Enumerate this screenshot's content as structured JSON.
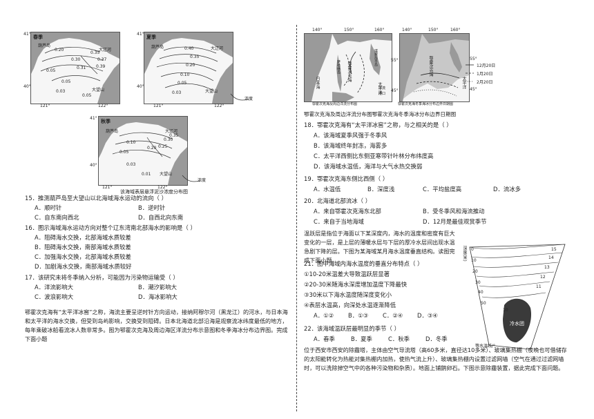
{
  "maps_left": {
    "spring": {
      "season": "春季",
      "lat_top": "41°",
      "lat_bottom": "40°",
      "lon_left": "121°",
      "lon_right": "122°",
      "island": "葫芦岛",
      "river": "大辽河",
      "mountain": "大望山",
      "isolines": [
        "0.20",
        "0.30",
        "0.31",
        "0.05",
        "0.05",
        "0.03",
        "0.35",
        "0.37",
        "0.39",
        "0.05"
      ]
    },
    "summer": {
      "season": "夏季",
      "lat_top": "41°",
      "lat_bottom": "40°",
      "lon_left": "121°",
      "lon_right": "122°",
      "island": "葫芦岛",
      "river": "大辽河",
      "mountain": "大望山",
      "isolines": [
        "0.40",
        "0.35",
        "0.20",
        "0.10",
        "0.05",
        "0.03"
      ]
    },
    "autumn": {
      "season": "秋季",
      "lat_top": "41°",
      "lat_bottom": "40°",
      "lon_left": "121°",
      "lon_right": "122°",
      "island": "葫芦岛",
      "river": "大辽河",
      "mountain": "大望山",
      "isolines": [
        "0.10",
        "0.05",
        "0.03",
        "0.20",
        "0.25",
        "0.30",
        "0.35",
        "0.01"
      ]
    },
    "legend_label": "浓度"
  },
  "caption_left": "该海域表层悬浮泥沙浓度分布图",
  "q15": {
    "stem": "15．推测葫芦岛至大望山以北海域海水运动的流向（    ）",
    "A": "A．顺时针",
    "B": "B．逆时针",
    "C": "C．自东南向西北",
    "D": "D．自西北向东南"
  },
  "q16": {
    "stem": "16．图示海域海水运动方向对整个辽东湾南北部海水的影响是（    ）",
    "A": "A．阻碍海水交换，北部海域水质较差",
    "B": "B．阻碍海水交换，南部海域水质较差",
    "C": "C．加强海水交换，北部海域水质较差",
    "D": "D．加剧海水交换，南部海域水质较好"
  },
  "q17": {
    "stem": "17．该研究未将冬季纳入分析，可能因为污染物运输受（    ）",
    "A": "A．洋流影响大",
    "B": "B．潮汐影响大",
    "C": "C．波浪影响大",
    "D": "D．海冰影响大"
  },
  "passage1": "鄂霍次克海有“太平洋冰窖”之称，海流主要呈逆时针方向运动，接纳阿穆尔河（黑龙江）的河水，与日本海和太平洋的海水交换，但受到岛屿影响，交换受到阻碍。日本北海道北部沿海是观察流冰纬度最低的地方，每年乘破冰船看流冰人数非常多。图为鄂霍次克海及周边海区洋流分布示意图和冬季海冰分布边界图。完成下面小题",
  "maps_right": {
    "lons_a": [
      "140°",
      "150°",
      "160°"
    ],
    "lons_b": [
      "140°",
      "150°",
      "160°"
    ],
    "lats_a": [
      "55°",
      "45°"
    ],
    "lats_b": [
      "55°",
      "45°"
    ],
    "labels_a": [
      "鄂霍次克海",
      "日本海",
      "太平洋",
      "萨哈林岛",
      "堪察加半岛"
    ],
    "labels_b": [
      "鄂霍次克海",
      "太平洋"
    ],
    "legend_a": [
      "洋流",
      "港口"
    ],
    "legend_b": [
      "12月20日",
      "1月20日",
      "2月20日"
    ],
    "caption_a": "鄂霍次克海及周边洋流分布图",
    "caption_b": "鄂霍次克海冬季海冰分布边界日期图"
  },
  "caption_right": "鄂霍次克海及周边洋流分布图鄂霍次克海冬季海冰分布边界日期图",
  "q18": {
    "stem": "18．鄂霍次克海有“太平洋冰窖”之称，与之相关的是（    ）",
    "A": "A．该海域夏季风强于冬季风",
    "B": "B．该海域终年封冻，海雾多",
    "C": "C．太平洋西侧比东侧亚寒带针叶林分布纬度高",
    "D": "D．该海域水温低，海洋与大气水热交换弱"
  },
  "q19": {
    "stem": "19．鄂霍次克海东侧比西侧（    ）",
    "A": "A．水温低",
    "B": "B．深度浅",
    "C": "C．平均盐度高",
    "D": "D．流冰多"
  },
  "q20": {
    "stem": "20．北海道北部流冰（    ）",
    "A": "A．来自鄂霍次克海东北部",
    "B": "B．受冬季风和海流推动",
    "C": "C．来自于当地海域",
    "D": "D．12月是最佳观赏季节"
  },
  "passage2": "温跃层是指位于海面以下某深度内，海水的温度和密度有巨大变化的一层，是上层的薄暖水层与下层的厚冷水层间出现水温急剧下降的层。下图为某海域某月海水温度垂直结构。读图完成下面小题。",
  "q21": {
    "stem": "21．图中海域内海水温度的垂直分布特点（    ）",
    "o1": "①10-20米温差大导致温跃层显著",
    "o2": "②20-30米随海水深度增加温度下降最快",
    "o3": "③30米以下海水温度随深度变化小",
    "o4": "④表层水温高，向深处水温逐渐降低",
    "A": "A．①②",
    "B": "B．①③",
    "C": "C．②④",
    "D": "D．③④"
  },
  "q22": {
    "stem": "22．该海域温跃层最明显的季节（    ）",
    "A": "A．春季",
    "B": "B．夏季",
    "C": "C．秋季",
    "D": "D．冬季"
  },
  "temp_chart": {
    "ylabel": "深度(米)",
    "depths": [
      "0",
      "10",
      "20",
      "30",
      "40",
      "50"
    ],
    "cold_label": "冷水团",
    "isotherm_label": "等水温线/°",
    "iso_values": [
      "10",
      "11",
      "12",
      "13",
      "14",
      "15"
    ]
  },
  "passage3": "位于西安市西安的除霾塔，主体由空气导流塔（高60多米，直径达10多米）、玻璃集热棚（夜晚也可借储存的太阳能转化为热能对集热棚内加热，使热气流上升）、玻璃集热棚内设置过滤网墙（空气在通过过滤网墙时，可以洗除掉空气中的各种污染物和杂质）。地面上铺鹅卵石。下图示意除霾装置，据此完成下面问题。"
}
